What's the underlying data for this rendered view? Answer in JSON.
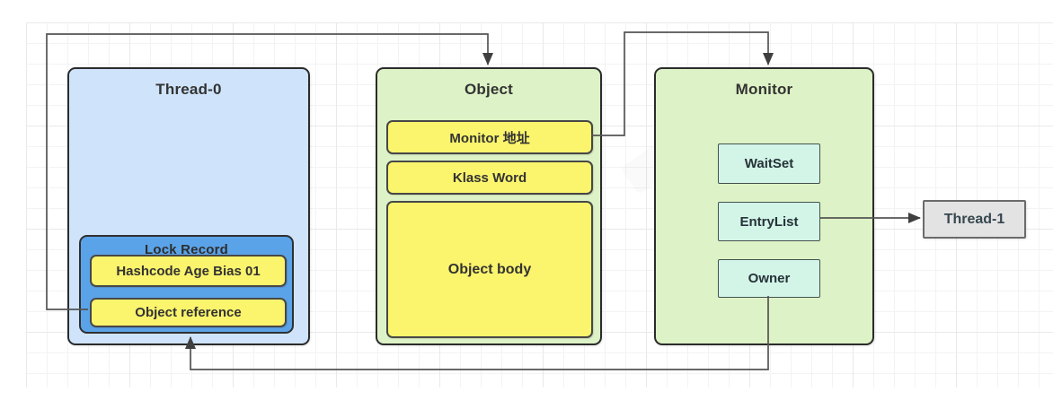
{
  "canvas": {
    "background": "#ffffff",
    "grid_minor_color": "#f3f3f3",
    "grid_major_color": "#e9e9e9",
    "connector_color": "#545454"
  },
  "nodes": {
    "thread0": {
      "title": "Thread-0",
      "fill": "#cfe4fb",
      "border": "#2b2b2b"
    },
    "lock_record": {
      "title": "Lock Record",
      "fill": "#5ba3e8",
      "border": "#303030"
    },
    "hashcode": {
      "label": "Hashcode Age Bias 01",
      "fill": "#fbf46d",
      "border": "#474747"
    },
    "object_reference": {
      "label": "Object reference",
      "fill": "#fbf46d",
      "border": "#474747"
    },
    "object": {
      "title": "Object",
      "fill": "#ddf2c6",
      "border": "#2b2b2b"
    },
    "monitor_addr": {
      "label": "Monitor 地址",
      "fill": "#fbf46d",
      "border": "#474747"
    },
    "klass_word": {
      "label": "Klass Word",
      "fill": "#fbf46d",
      "border": "#474747"
    },
    "object_body": {
      "label": "Object body",
      "fill": "#fbf46d",
      "border": "#474747"
    },
    "monitor": {
      "title": "Monitor",
      "fill": "#ddf2c6",
      "border": "#2b2b2b"
    },
    "waitset": {
      "label": "WaitSet",
      "fill": "#d2f5e8",
      "border": "#44514d"
    },
    "entrylist": {
      "label": "EntryList",
      "fill": "#d2f5e8",
      "border": "#44514d"
    },
    "owner": {
      "label": "Owner",
      "fill": "#d2f5e8",
      "border": "#44514d"
    },
    "thread1": {
      "label": "Thread-1",
      "fill": "#e3e3e3",
      "border": "#6b6b6b"
    }
  },
  "edges": [
    {
      "id": "object-ref-to-object",
      "from": "object_reference",
      "to": "object",
      "arrow": "into top of Object"
    },
    {
      "id": "monitor-addr-to-monitor",
      "from": "monitor_addr",
      "to": "monitor",
      "arrow": "into top of Monitor"
    },
    {
      "id": "entrylist-to-thread1",
      "from": "entrylist",
      "to": "thread1",
      "arrow": "into left of Thread-1"
    },
    {
      "id": "owner-to-lock-record",
      "from": "owner",
      "to": "lock_record",
      "arrow": "into bottom of Lock Record"
    }
  ]
}
